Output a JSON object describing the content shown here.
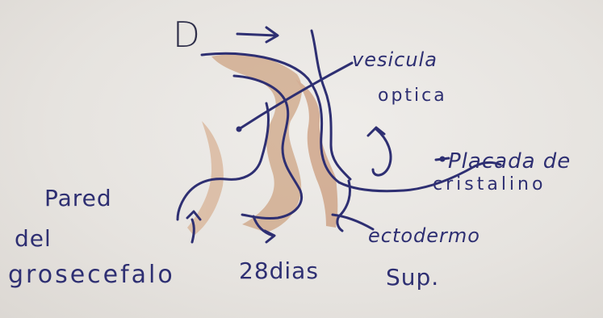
{
  "diagram": {
    "labels": {
      "d": "D",
      "vesicula_line1": "vesicula",
      "vesicula_line2": "optica",
      "placoda_line1": "Placada de",
      "placoda_line2": "cristalino",
      "pared_line1": "Pared",
      "pared_line2": "del",
      "pared_line3": "grosecefalo",
      "dias": "28dias",
      "ecto_line1": "ectodermo",
      "ecto_line2": "Sup."
    },
    "colors": {
      "ink": "#2e2f72",
      "shading": "#c48d62",
      "paper": "#e9e6e2"
    }
  }
}
